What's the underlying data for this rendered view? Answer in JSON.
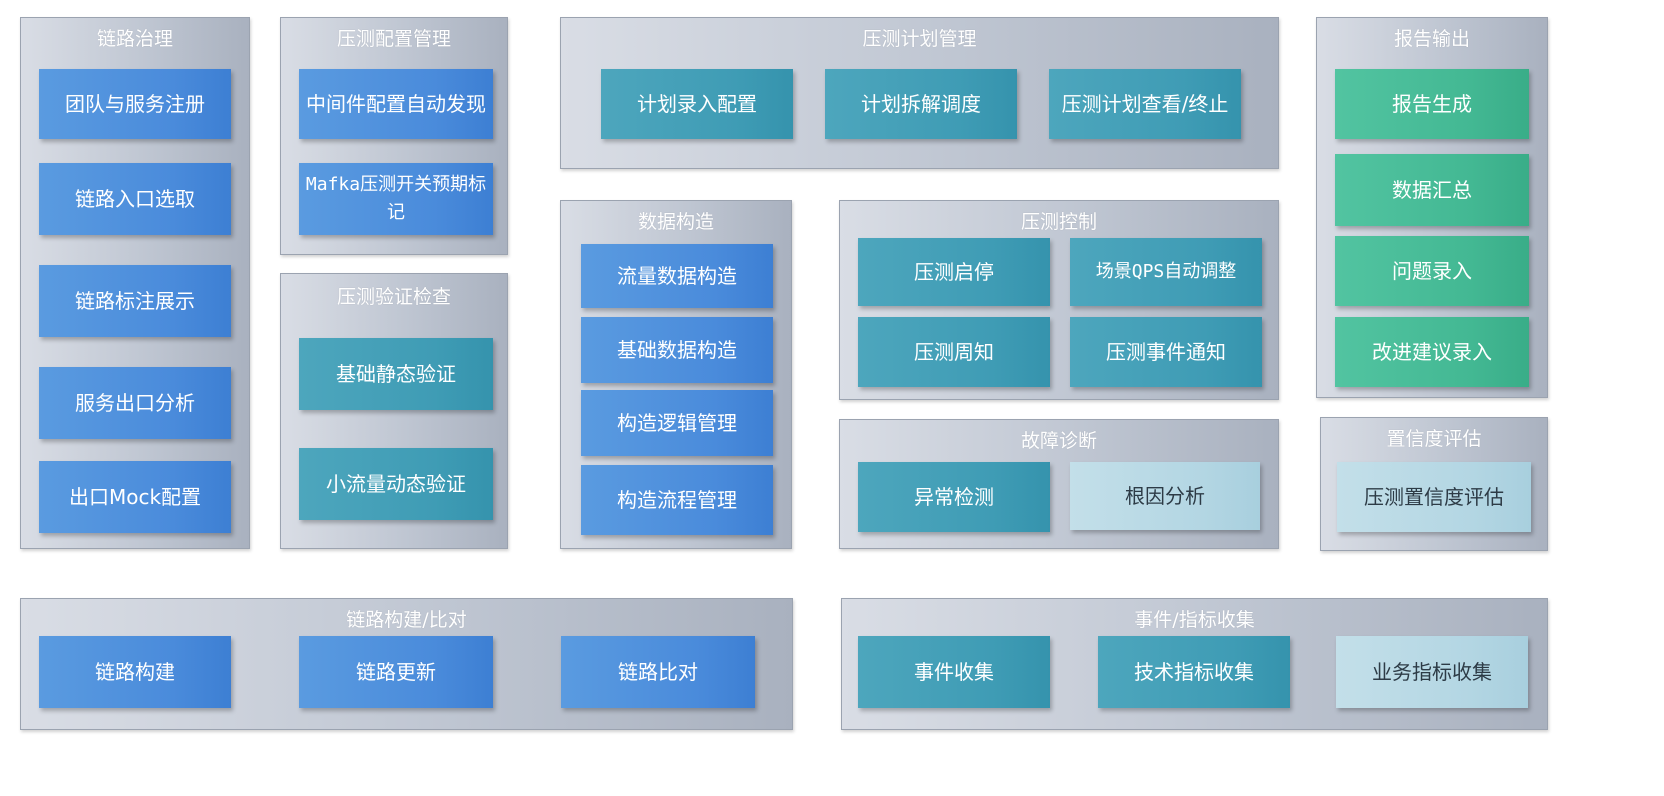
{
  "groups": {
    "link_governance": {
      "title": "链路治理",
      "items": [
        "团队与服务注册",
        "链路入口选取",
        "链路标注展示",
        "服务出口分析",
        "出口Mock配置"
      ]
    },
    "config_mgmt": {
      "title": "压测配置管理",
      "items": [
        "中间件配置自动发现",
        "Mafka压测开关预期标记"
      ]
    },
    "verify_check": {
      "title": "压测验证检查",
      "items": [
        "基础静态验证",
        "小流量动态验证"
      ]
    },
    "plan_mgmt": {
      "title": "压测计划管理",
      "items": [
        "计划录入配置",
        "计划拆解调度",
        "压测计划查看/终止"
      ]
    },
    "report_output": {
      "title": "报告输出",
      "items": [
        "报告生成",
        "数据汇总",
        "问题录入",
        "改进建议录入"
      ]
    },
    "data_construct": {
      "title": "数据构造",
      "items": [
        "流量数据构造",
        "基础数据构造",
        "构造逻辑管理",
        "构造流程管理"
      ]
    },
    "control": {
      "title": "压测控制",
      "items": [
        "压测启停",
        "场景QPS自动调整",
        "压测周知",
        "压测事件通知"
      ]
    },
    "diagnosis": {
      "title": "故障诊断",
      "items": [
        "异常检测",
        "根因分析"
      ]
    },
    "confidence": {
      "title": "置信度评估",
      "items": [
        "压测置信度评估"
      ]
    },
    "link_build": {
      "title": "链路构建/比对",
      "items": [
        "链路构建",
        "链路更新",
        "链路比对"
      ]
    },
    "event_collect": {
      "title": "事件/指标收集",
      "items": [
        "事件收集",
        "技术指标收集",
        "业务指标收集"
      ]
    }
  },
  "colors": {
    "blue": "#4a8bdb",
    "teal": "#3f9cb5",
    "green": "#43b893",
    "light": "#b3d6e3",
    "group_bg": "#bfc6d2"
  }
}
